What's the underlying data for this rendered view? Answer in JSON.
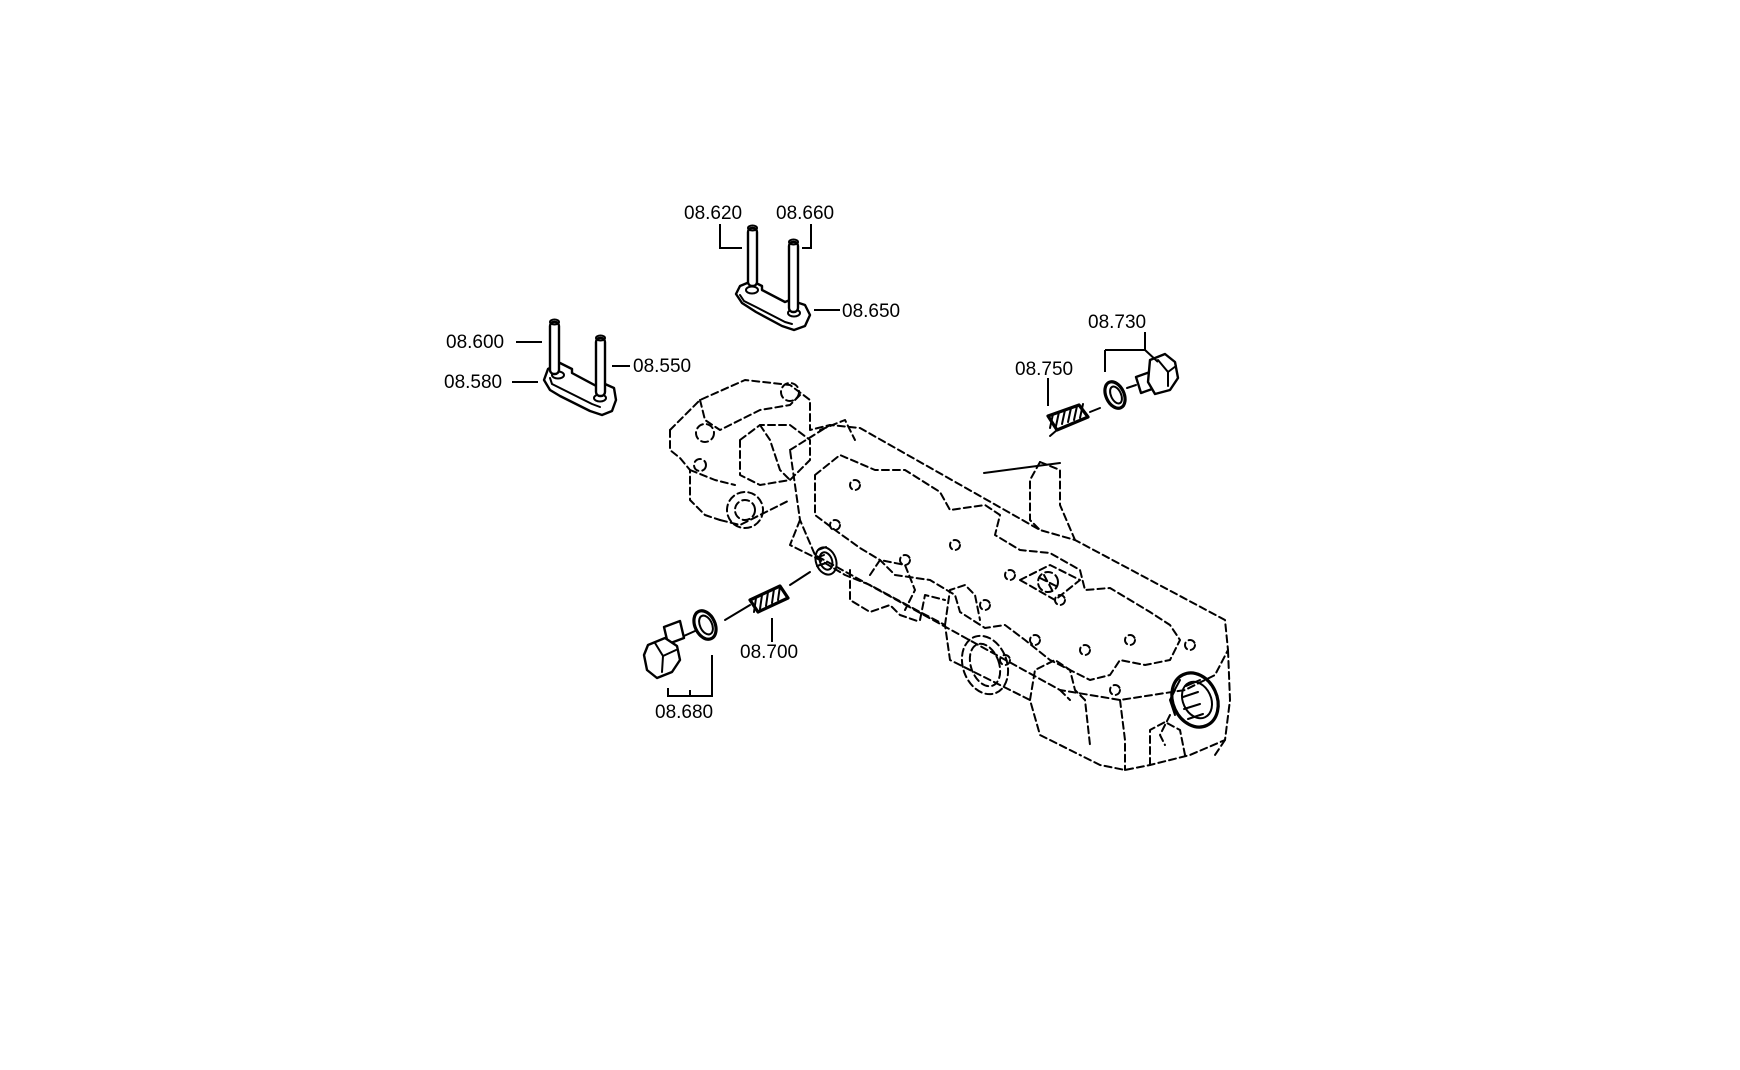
{
  "diagram": {
    "callouts": {
      "p08_550": "08.550",
      "p08_580": "08.580",
      "p08_600": "08.600",
      "p08_620": "08.620",
      "p08_650": "08.650",
      "p08_660": "08.660",
      "p08_680": "08.680",
      "p08_700": "08.700",
      "p08_730": "08.730",
      "p08_750": "08.750"
    }
  }
}
